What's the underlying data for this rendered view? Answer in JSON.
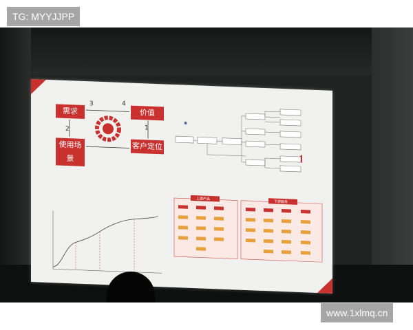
{
  "watermark_top": "TG: MYYJJPP",
  "watermark_bottom": "www.1xlmq.cn",
  "slide": {
    "cycle": {
      "box_demand": "需求",
      "box_value": "价值",
      "box_scene": "使用场景",
      "box_customer": "客户定位",
      "num_top_left": "3",
      "num_top_right": "4",
      "num_left": "2",
      "num_bottom": "1"
    },
    "upstream_title": "上游产品",
    "downstream_title": "下游服务",
    "colors": {
      "accent": "#c8312e",
      "orange": "#e8a13a",
      "screen": "#f1f1ef"
    }
  }
}
